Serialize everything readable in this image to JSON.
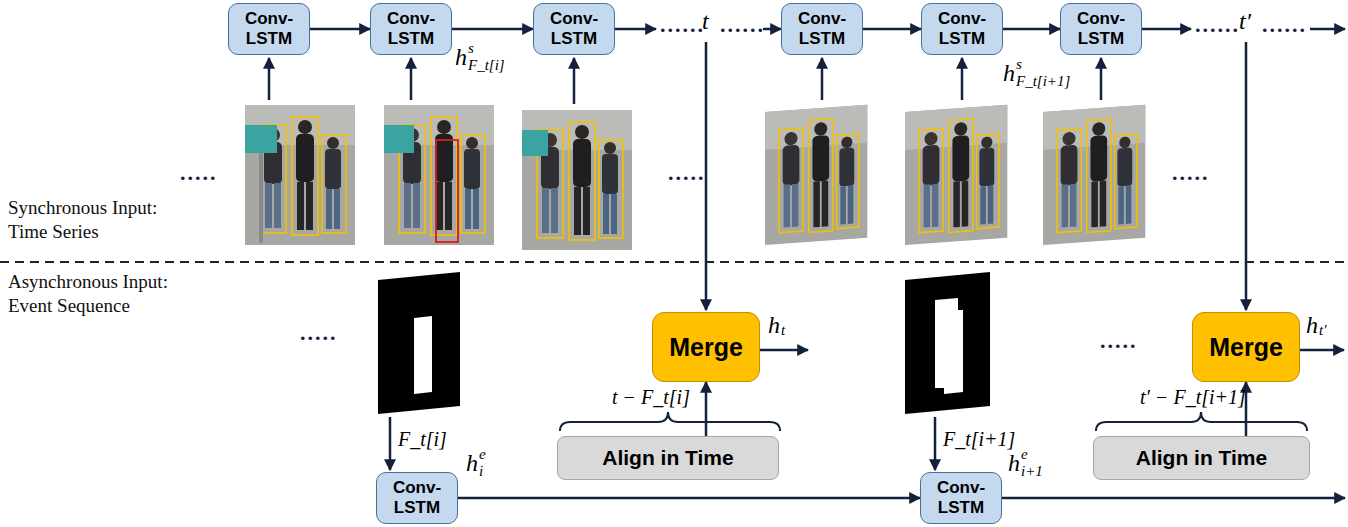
{
  "diagram": {
    "nodes": [
      {
        "text": [
          "Conv- LSTM"
        ]
      },
      {
        "text": [
          "Conv- LSTM"
        ]
      },
      {
        "text": [
          "Conv- LSTM"
        ]
      },
      {
        "text": [
          "Conv- LSTM"
        ]
      },
      {
        "text": [
          "Conv- LSTM"
        ]
      },
      {
        "text": [
          "Conv- LSTM"
        ]
      },
      {
        "text": [
          "Merge"
        ]
      },
      {
        "text": [
          "Merge"
        ]
      },
      {
        "text": [
          "Align in Time"
        ]
      },
      {
        "text": [
          "Align in Time"
        ]
      },
      {
        "text": [
          "Conv- LSTM"
        ]
      },
      {
        "text": [
          "Conv- LSTM"
        ]
      }
    ],
    "edges": [
      {
        "from": 0,
        "to": 1,
        "arrow": "to"
      },
      {
        "from": 1,
        "to": 2,
        "arrow": "to"
      },
      {
        "from": 3,
        "to": 4,
        "arrow": "to"
      },
      {
        "from": 4,
        "to": 5,
        "arrow": "to"
      },
      {
        "from": 8,
        "to": 6,
        "arrow": "to"
      },
      {
        "from": 9,
        "to": 7,
        "arrow": "to"
      },
      {
        "from": 10,
        "to": 11,
        "arrow": "to"
      }
    ],
    "labels": [
      "......",
      "t",
      "......",
      "......",
      "t′",
      "......",
      "h",
      "s",
      "F_t[i]",
      "h",
      "s",
      "F_t[i+1]",
      ".....",
      ".....",
      ".....",
      "Synchronous Input: Time Series",
      "Asynchronous Input: Event Sequence",
      ".....",
      ".....",
      "h",
      "t",
      "h",
      "t′",
      "t − F_t[i]",
      "t′ − F_t[i+1]",
      "F_t[i]",
      "F_t[i+1]",
      "h",
      "e",
      "i",
      "h",
      "e",
      "i+1"
    ]
  }
}
